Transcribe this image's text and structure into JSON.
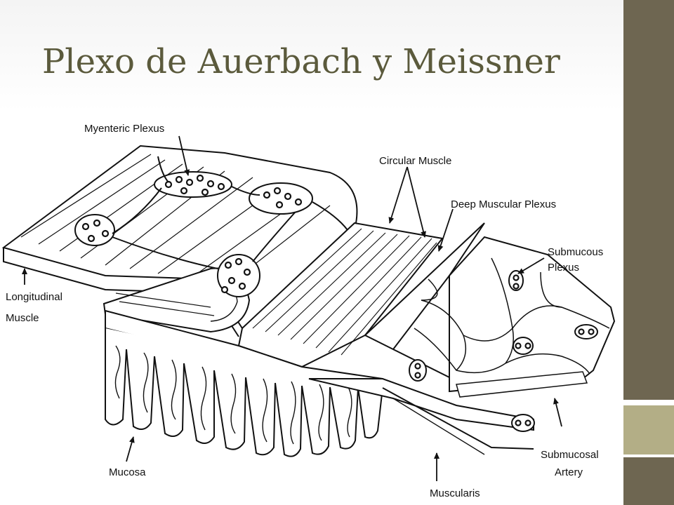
{
  "slide": {
    "title": "Plexo de Auerbach y Meissner"
  },
  "diagram": {
    "labels": {
      "myenteric_plexus": "Myenteric Plexus",
      "circular_muscle": "Circular Muscle",
      "deep_muscular_plexus": "Deep Muscular Plexus",
      "submucous_plexus_1": "Submucous",
      "submucous_plexus_2": "Plexus",
      "longitudinal_muscle_1": "Longitudinal",
      "longitudinal_muscle_2": "Muscle",
      "mucosa": "Mucosa",
      "submucosal_artery_1": "Submucosal",
      "submucosal_artery_2": "Artery",
      "muscularis": "Muscularis"
    }
  },
  "colors": {
    "title": "#5b5a3c",
    "sidebar_dark": "#6e6651",
    "sidebar_light": "#b3ae86"
  }
}
